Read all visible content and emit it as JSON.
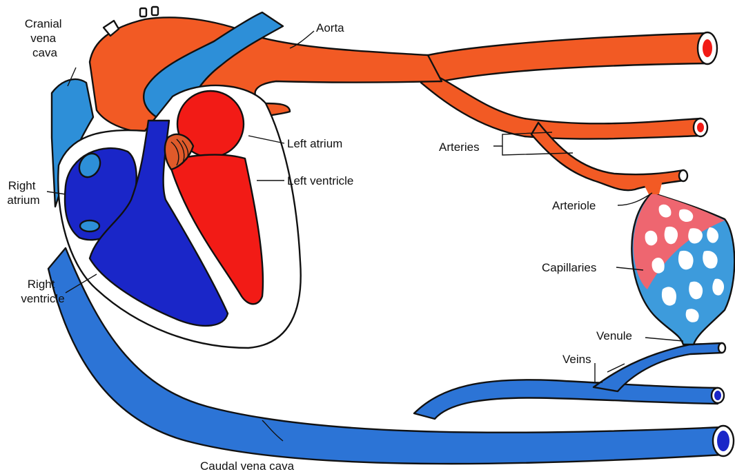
{
  "colors": {
    "oxygenated": "#f25a24",
    "oxygenated_chamber": "#f21b16",
    "deoxygenated": "#2c74d6",
    "deoxygenated_light": "#2d8fd8",
    "deoxygenated_chamber": "#1a26c8",
    "capillary_red": "#ee6670",
    "capillary_blue": "#3d9bdc",
    "valve": "#e05a2a",
    "outline": "#111111",
    "background": "#ffffff"
  },
  "labels": {
    "cranial_vena_cava": [
      "Cranial",
      "vena",
      "cava"
    ],
    "aorta": "Aorta",
    "left_atrium": "Left atrium",
    "left_ventricle": "Left ventricle",
    "right_atrium": [
      "Right",
      "atrium"
    ],
    "right_ventricle": [
      "Right",
      "ventricle"
    ],
    "arteries": "Arteries",
    "arteriole": "Arteriole",
    "capillaries": "Capillaries",
    "venule": "Venule",
    "veins": "Veins",
    "caudal_vena_cava": "Caudal vena cava"
  }
}
